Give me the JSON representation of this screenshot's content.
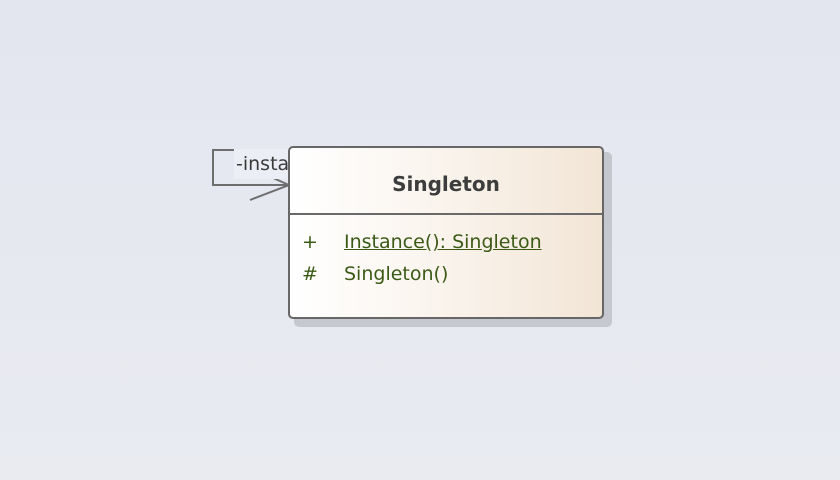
{
  "diagram": {
    "class": {
      "name": "Singleton",
      "operations": [
        {
          "visibility": "+",
          "signature": "Instance(): Singleton",
          "static": true
        },
        {
          "visibility": "#",
          "signature": "Singleton()",
          "static": false
        }
      ]
    },
    "self_association": {
      "role": "-instance",
      "navigable": true
    }
  }
}
